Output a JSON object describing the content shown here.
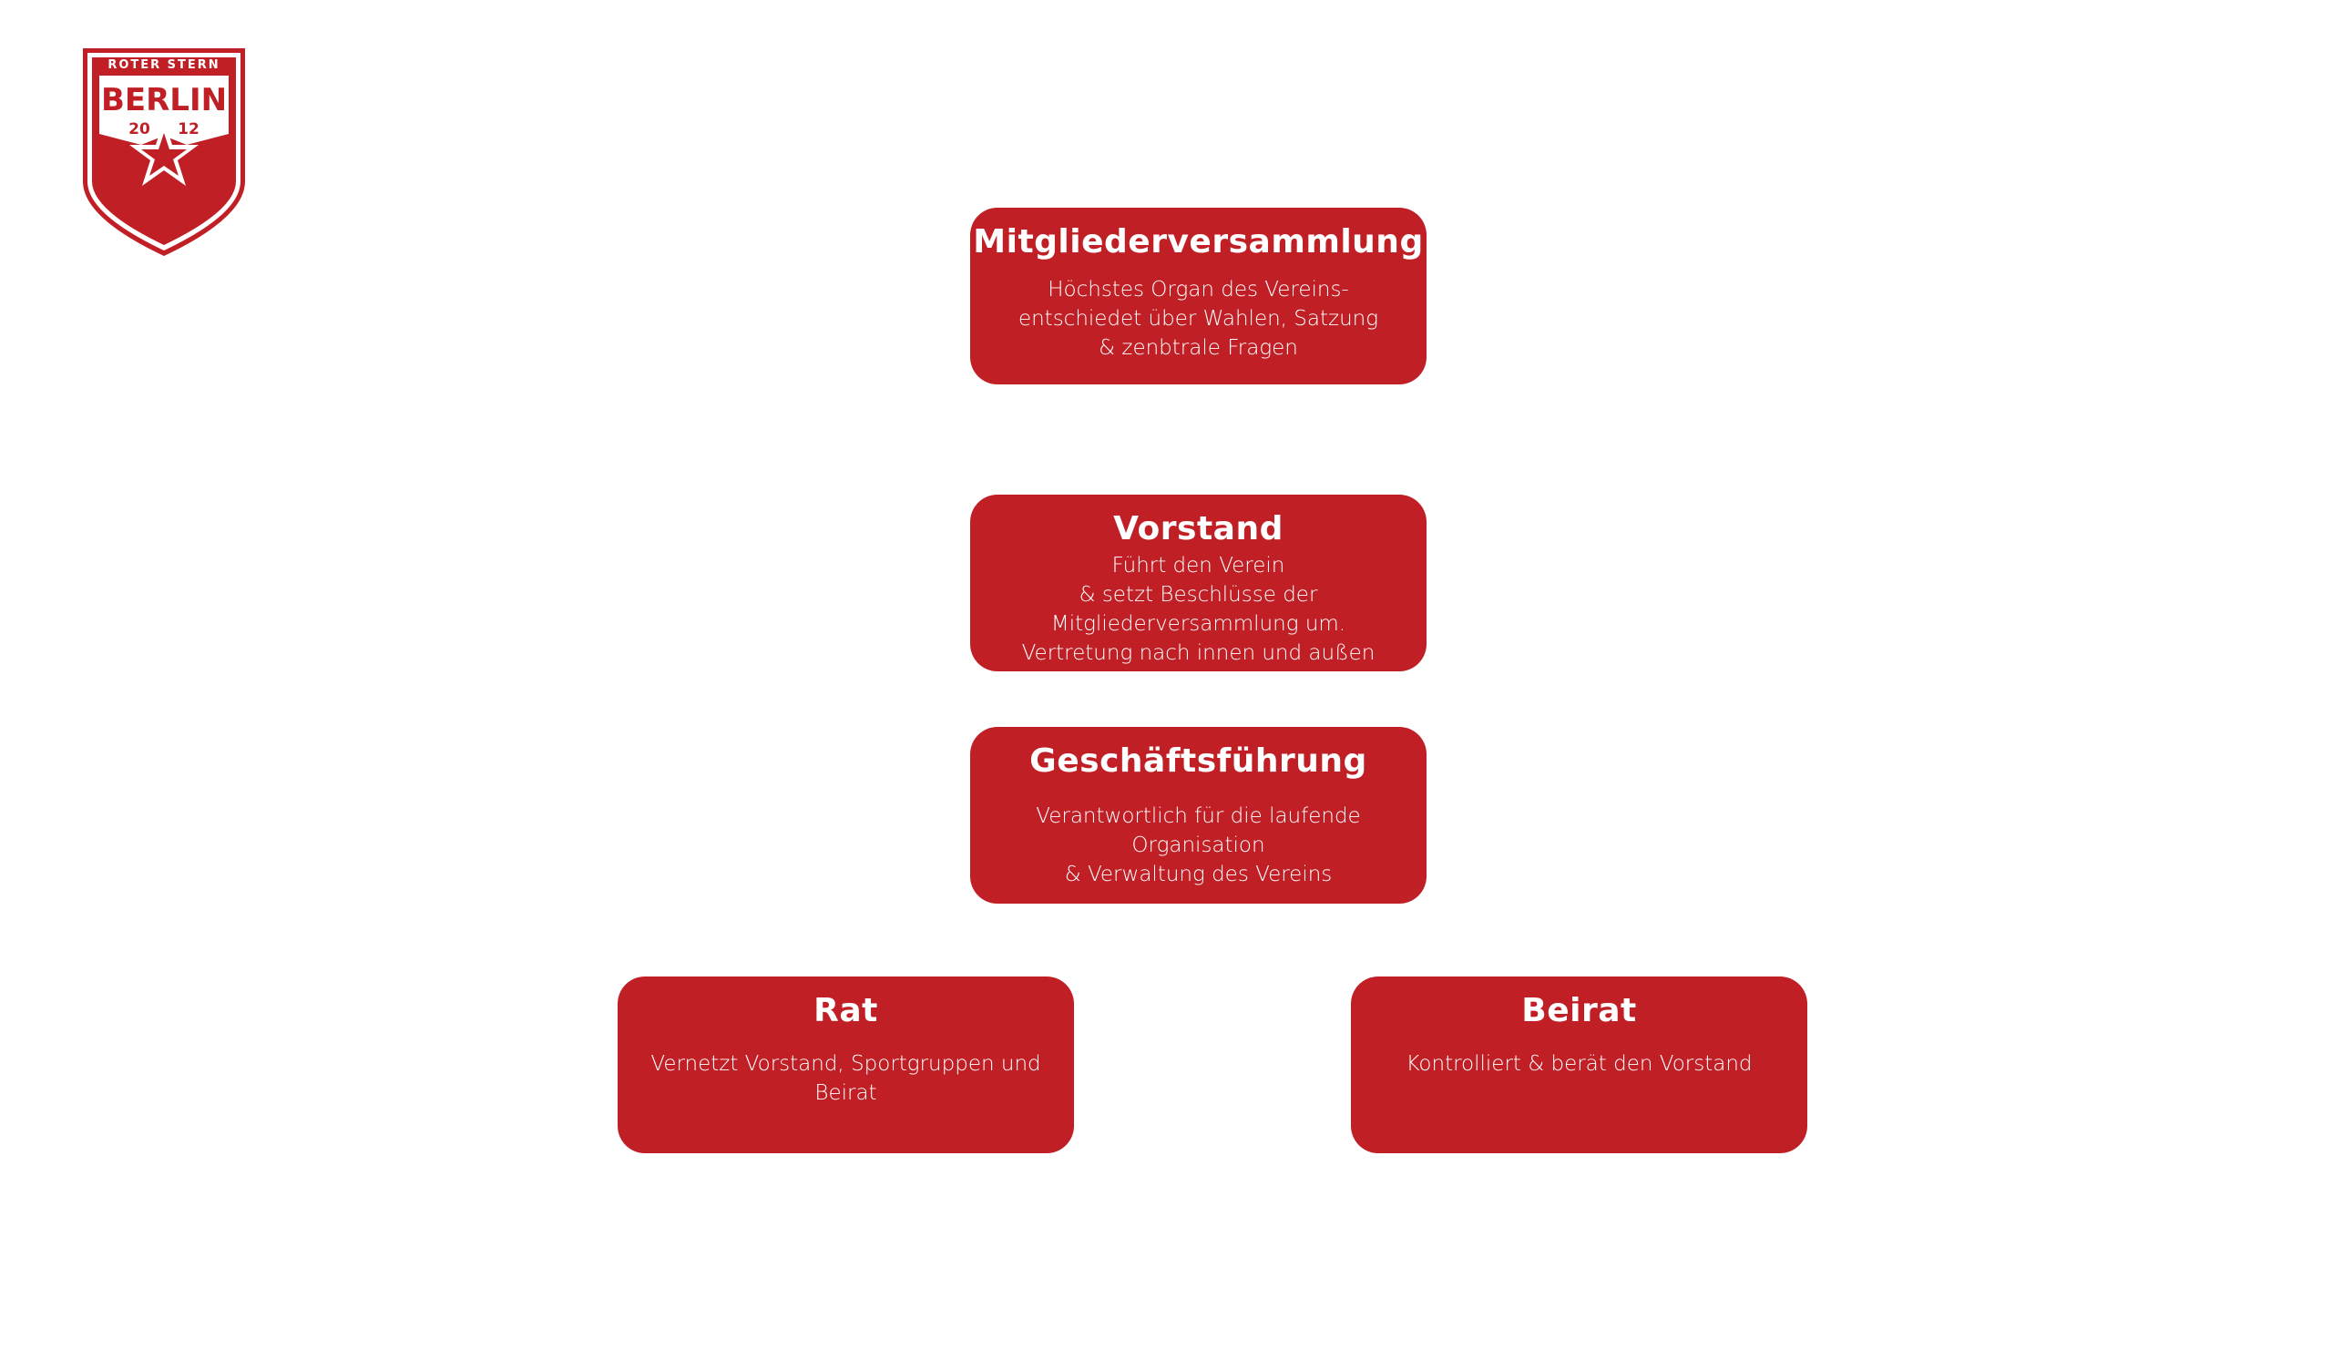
{
  "logo": {
    "top_text": "ROTER STERN",
    "main_text": "BERLIN",
    "year_left": "20",
    "year_right": "12"
  },
  "colors": {
    "brand": "#c01f26"
  },
  "nodes": [
    {
      "title": "Mitgliederversammlung",
      "desc": "Höchstes Organ des Vereins-\nentschiedet über Wahlen, Satzung\n& zenbtrale Fragen"
    },
    {
      "title": "Vorstand",
      "desc": "Führt den Verein\n& setzt Beschlüsse der\nMitgliederversammlung um.\nVertretung nach innen und außen"
    },
    {
      "title": "Geschäftsführung",
      "desc": "Verantwortlich für die laufende Organisation\n& Verwaltung des Vereins"
    },
    {
      "title": "Rat",
      "desc": "Vernetzt Vorstand, Sportgruppen und Beirat"
    },
    {
      "title": "Beirat",
      "desc": "Kontrolliert & berät den Vorstand"
    }
  ]
}
